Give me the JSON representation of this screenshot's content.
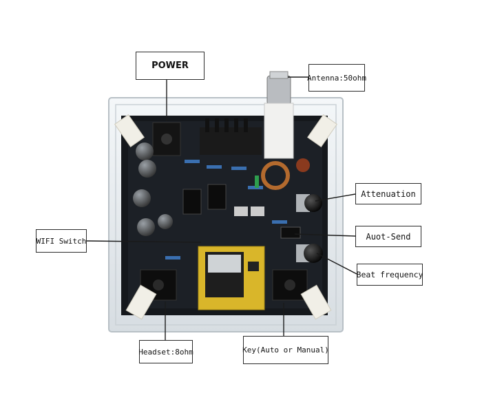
{
  "labels": {
    "power": "POWER",
    "antenna": "Antenna:50ohm",
    "attenuation": "Attenuation",
    "wifi_switch": "WIFI Switch",
    "auto_send": "Auot-Send",
    "beat_frequency": "Beat frequency",
    "headset": "Headset:8ohm",
    "key": "Key(Auto or Manual)"
  },
  "colors": {
    "acrylic": "#e9eef2",
    "pcb": "#15181c",
    "module": "#d9b62a",
    "heatsink": "#1a1a1a",
    "capacitor": "#2b2b2b",
    "knob": "#111111"
  }
}
